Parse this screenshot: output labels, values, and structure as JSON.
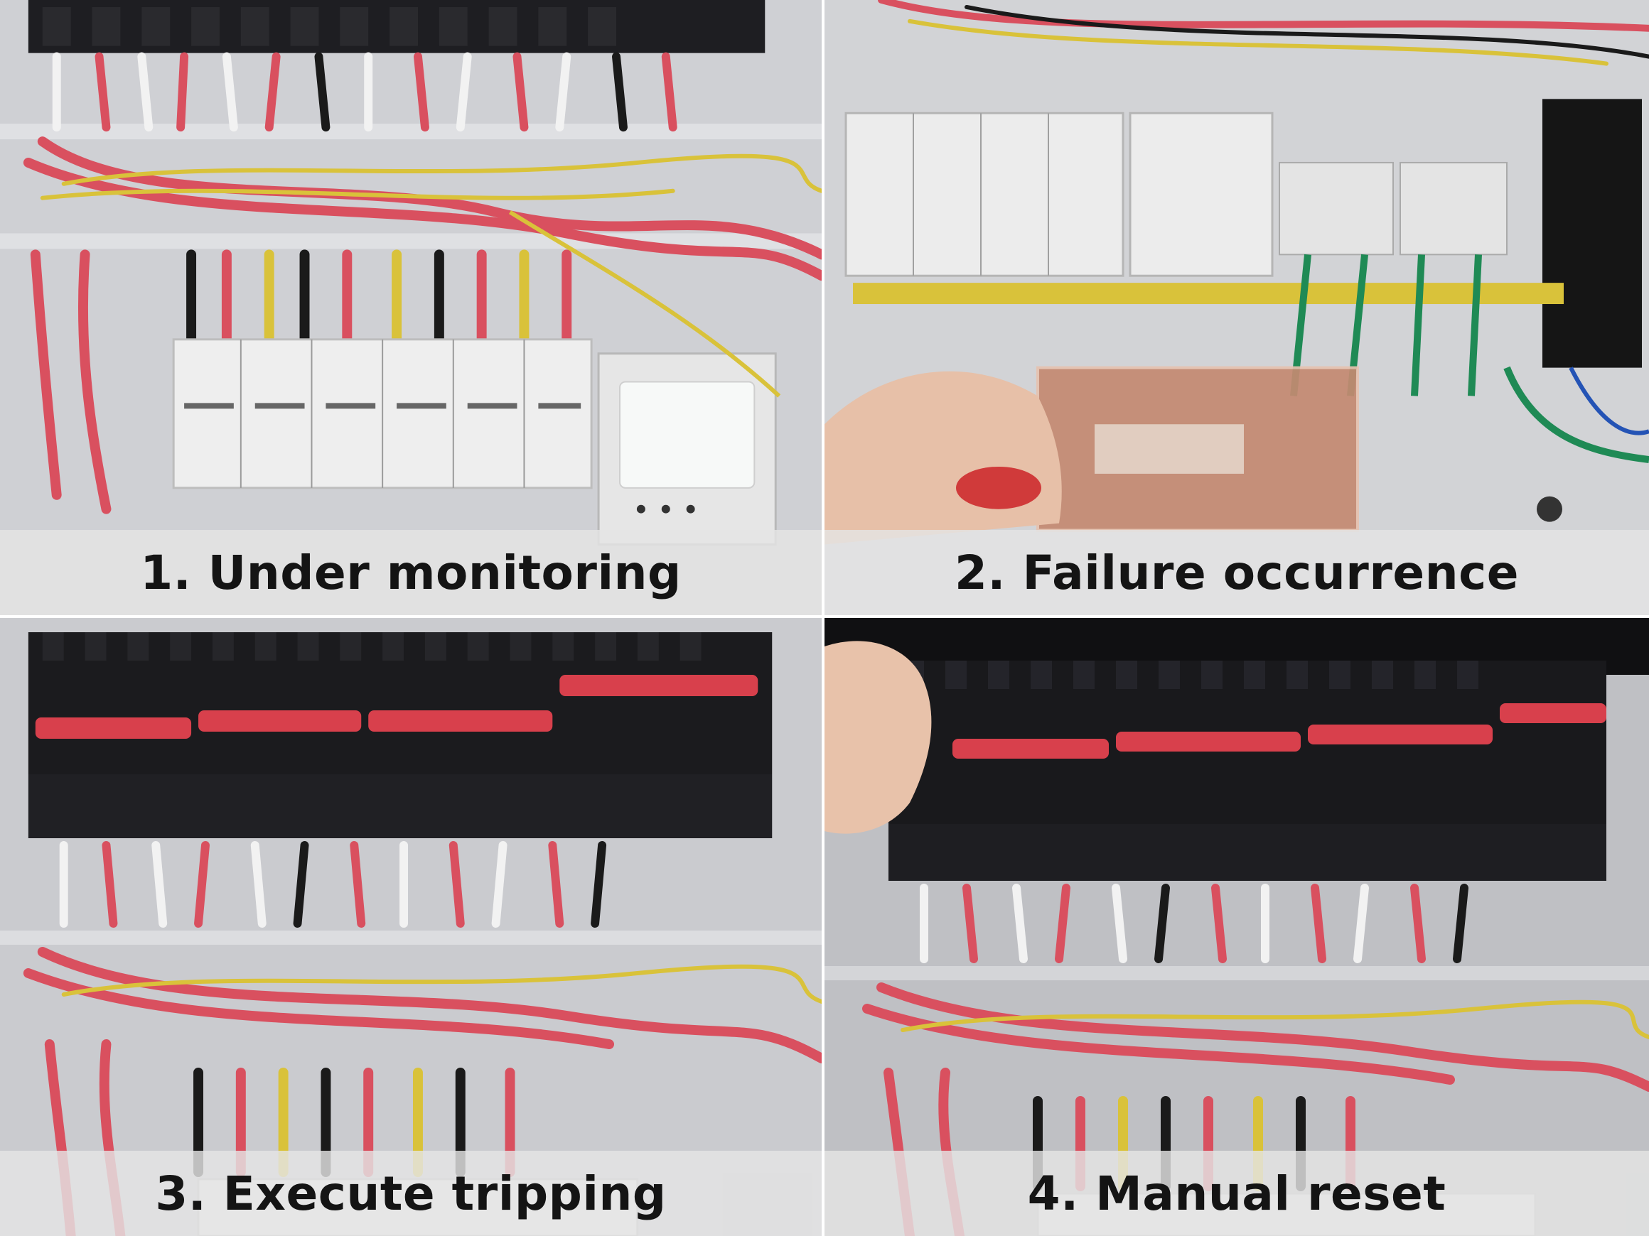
{
  "panels": [
    {
      "caption": "1. Under monitoring",
      "scene": "monitoring"
    },
    {
      "caption": "2. Failure occurrence",
      "scene": "failure"
    },
    {
      "caption": "3. Execute tripping",
      "scene": "tripping"
    },
    {
      "caption": "4. Manual reset",
      "scene": "reset"
    }
  ],
  "colors": {
    "caption_bar": "#e4e4e4",
    "caption_text": "#141414",
    "wire_red": "#d9505f",
    "wire_yellow": "#d9c23a",
    "wire_green": "#1f8a55",
    "breaker_black": "#1b1b1e",
    "breaker_red": "#d8404c",
    "module_white": "#efefef",
    "panel_grey": "#c9c9cb"
  },
  "icons": [
    "hand-icon",
    "breaker-handle-icon",
    "display-screen-icon"
  ]
}
